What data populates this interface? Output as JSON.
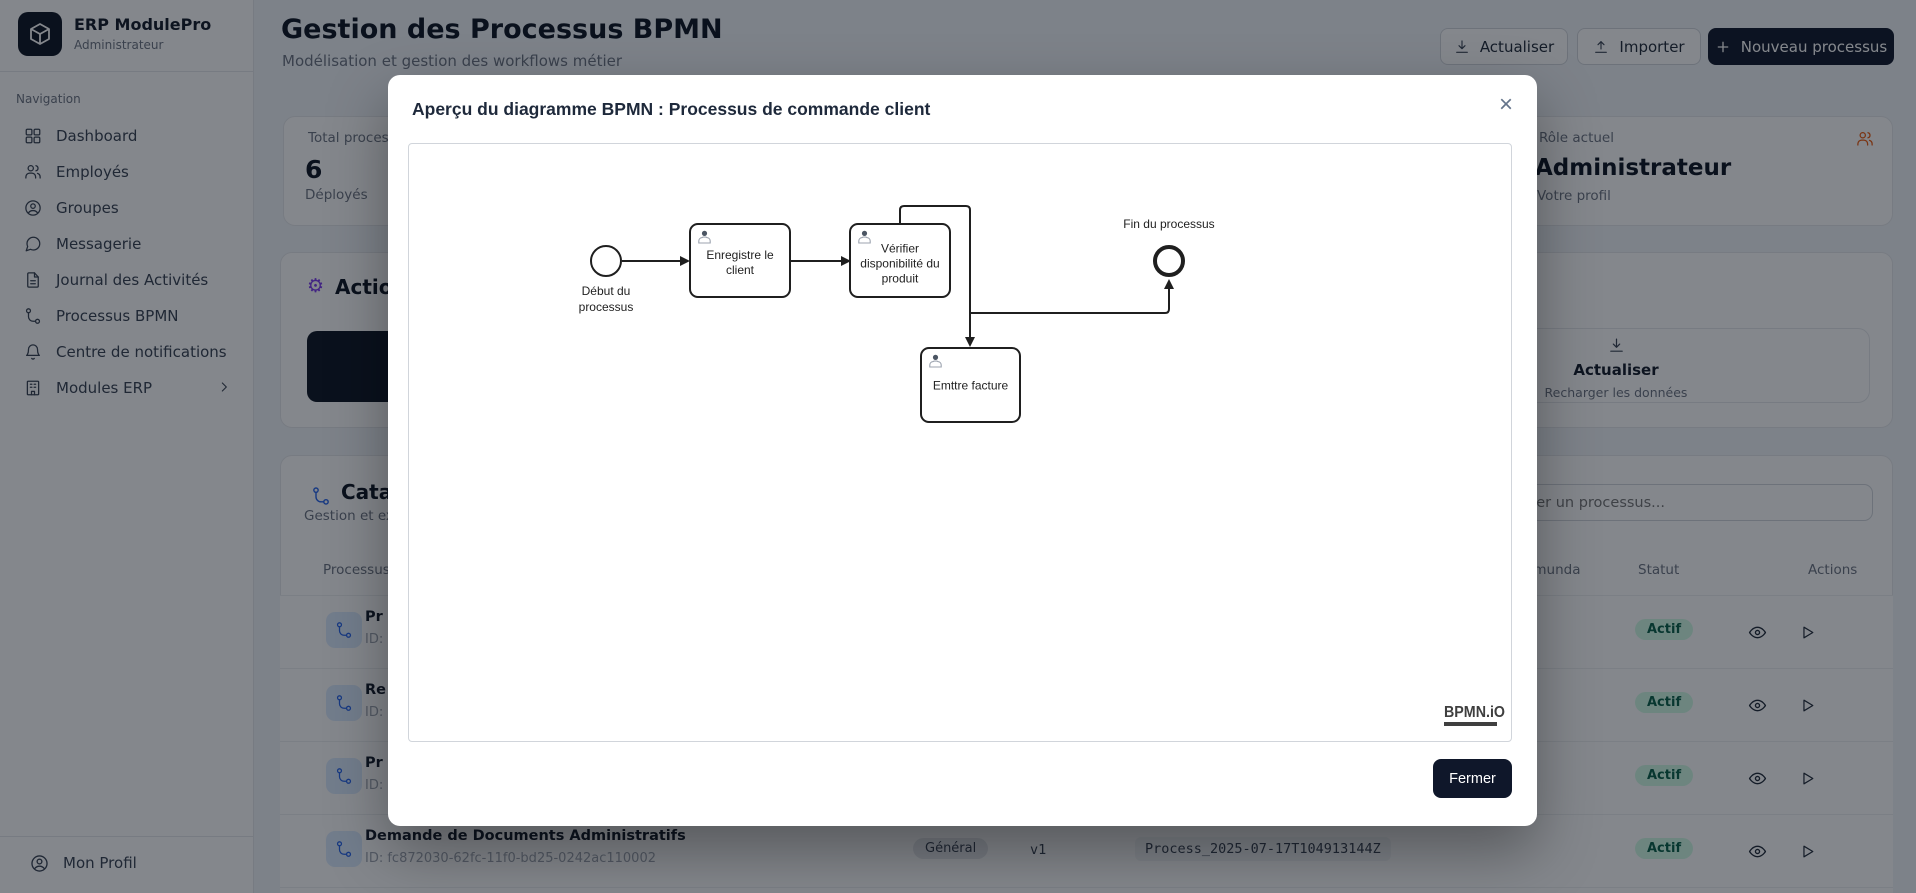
{
  "brand": {
    "name": "ERP ModulePro",
    "role": "Administrateur"
  },
  "sidebar": {
    "section": "Navigation",
    "items": [
      {
        "label": "Dashboard",
        "icon": "dashboard-grid-icon"
      },
      {
        "label": "Employés",
        "icon": "users-icon"
      },
      {
        "label": "Groupes",
        "icon": "user-circle-icon"
      },
      {
        "label": "Messagerie",
        "icon": "chat-bubble-icon"
      },
      {
        "label": "Journal des Activités",
        "icon": "document-icon"
      },
      {
        "label": "Processus BPMN",
        "icon": "git-branch-icon"
      },
      {
        "label": "Centre de notifications",
        "icon": "bell-icon"
      },
      {
        "label": "Modules ERP",
        "icon": "building-icon"
      }
    ],
    "profile": "Mon Profil"
  },
  "header": {
    "title": "Gestion des Processus BPMN",
    "subtitle": "Modélisation et gestion des workflows métier",
    "buttons": {
      "refresh": "Actualiser",
      "import": "Importer",
      "new": "Nouveau processus"
    }
  },
  "stats": {
    "total": {
      "label": "Total processus",
      "value": "6",
      "sub": "Déployés"
    },
    "role": {
      "label": "Rôle actuel",
      "value": "Administrateur",
      "sub": "Votre profil"
    }
  },
  "actions_section": {
    "title": "Actions",
    "refresh_card": {
      "title": "Actualiser",
      "subtitle": "Recharger les données"
    }
  },
  "catalog": {
    "title": "Catalogue des Processus",
    "subtitle": "Gestion et exécution",
    "search_placeholder": "Rechercher un processus..."
  },
  "table": {
    "headers": {
      "process": "Processus",
      "camunda": "ID Camunda",
      "status": "Statut",
      "actions": "Actions"
    },
    "rows": [
      {
        "name": "Pr",
        "id": "ID:",
        "status": "Actif"
      },
      {
        "name": "Re",
        "id": "ID:",
        "status": "Actif"
      },
      {
        "name": "Pr",
        "id": "ID:",
        "status": "Actif"
      },
      {
        "name": "Demande de Documents Administratifs",
        "id": "ID: fc872030-62fc-11f0-bd25-0242ac110002",
        "category": "Général",
        "version": "v1",
        "camunda_id": "Process_2025-07-17T104913144Z",
        "status": "Actif"
      }
    ]
  },
  "modal": {
    "title": "Aperçu du diagramme BPMN : Processus de commande client",
    "close": "×",
    "footer_button": "Fermer",
    "watermark": "BPMN.iO",
    "diagram": {
      "start_label": "Début du processus",
      "task1": "Enregistre le client",
      "task2": "Vérifier disponibilité du produit",
      "task3": "Emttre facture",
      "end_label": "Fin du processus"
    }
  },
  "colors": {
    "accent_dark": "#0f172a",
    "badge_green_bg": "#d1fae5",
    "badge_green_text": "#065f46",
    "icon_blue": "#2563eb",
    "icon_orange": "#ea580c",
    "icon_purple": "#7c3aed"
  }
}
